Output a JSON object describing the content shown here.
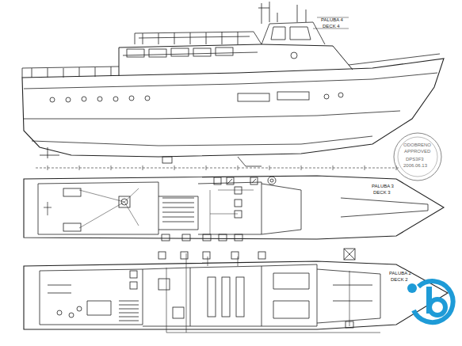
{
  "diagram": {
    "labels": [
      "PALUBA 4",
      "DECK 4",
      "PALUBA 3",
      "DECK 3",
      "PALUBA 2",
      "DECK 2",
      "ODOBRENO",
      "APPROVED",
      "DPS3F3",
      "2006.06.13"
    ]
  }
}
